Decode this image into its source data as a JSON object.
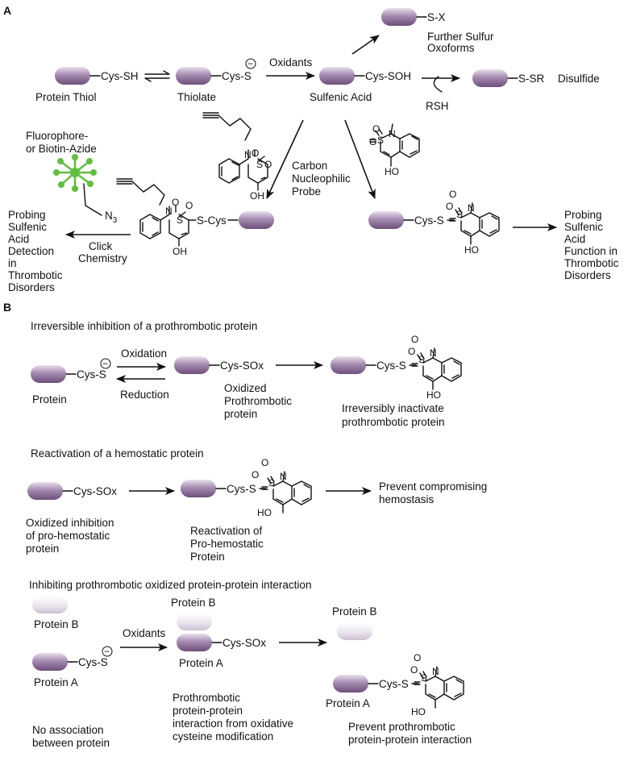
{
  "panel_a": {
    "label": "A",
    "protein_thiol": "Protein Thiol",
    "cys_sh": "Cys-SH",
    "thiolate": "Thiolate",
    "cys_s": "Cys-S",
    "oxidants": "Oxidants",
    "sulfenic_acid": "Sulfenic Acid",
    "cys_soh": "Cys-SOH",
    "s_x": "S-X",
    "further_sulfur": [
      "Further Sulfur",
      "Oxoforms"
    ],
    "s_sr": "S-SR",
    "disulfide": "Disulfide",
    "rsh": "RSH",
    "fluorophore": [
      "Fluorophore-",
      "or Biotin-Azide"
    ],
    "n3": "N3",
    "carbon_probe": [
      "Carbon",
      "Nucleophilic",
      "Probe"
    ],
    "s_cys": "S-Cys",
    "cys_s_adduct": "Cys-S",
    "click": [
      "Click",
      "Chemistry"
    ],
    "probing_detection": [
      "Probing",
      "Sulfenic",
      "Acid",
      "Detection",
      "in",
      "Thrombotic",
      "Disorders"
    ],
    "probing_function": [
      "Probing",
      "Sulfenic",
      "Acid",
      "Function in",
      "Thrombotic",
      "Disorders"
    ]
  },
  "panel_b": {
    "label": "B",
    "sec1": {
      "title": "Irreversible inhibition of a prothrombotic protein",
      "protein": "Protein",
      "cys_s": "Cys-S",
      "oxidation": "Oxidation",
      "reduction": "Reduction",
      "cys_sox": "Cys-SOx",
      "oxidized": [
        "Oxidized",
        "Prothrombotic",
        "protein"
      ],
      "cys_s_adduct": "Cys-S",
      "result": [
        "Irreversibly inactivate",
        "prothrombotic protein"
      ]
    },
    "sec2": {
      "title": "Reactivation of a hemostatic protein",
      "cys_sox": "Cys-SOx",
      "oxidized": [
        "Oxidized inhibition",
        "of pro-hemostatic",
        "protein"
      ],
      "cys_s_adduct": "Cys-S",
      "reactivation": [
        "Reactivation of",
        "Pro-hemostatic",
        "Protein"
      ],
      "prevent": [
        "Prevent compromising",
        "hemostasis"
      ]
    },
    "sec3": {
      "title": "Inhibiting prothrombotic oxidized protein-protein interaction",
      "protein_b": "Protein B",
      "protein_a": "Protein A",
      "cys_s": "Cys-S",
      "oxidants": "Oxidants",
      "cys_sox": "Cys-SOx",
      "cys_s_adduct": "Cys-S",
      "no_assoc": [
        "No association",
        "between protein"
      ],
      "ppi": [
        "Prothrombotic",
        "protein-protein",
        "interaction from oxidative",
        "cysteine modification"
      ],
      "prevent_ppi": [
        "Prevent prothrombotic",
        "protein-protein interaction"
      ]
    }
  },
  "atoms": {
    "s": "S",
    "n": "N",
    "o": "O",
    "oh": "OH",
    "ho": "HO",
    "minus": "−"
  },
  "colors": {
    "protein_purple": "#8b6b96",
    "protein_light": "#d8cfdc",
    "azide_green": "#5fbf3f",
    "ink": "#111111"
  }
}
